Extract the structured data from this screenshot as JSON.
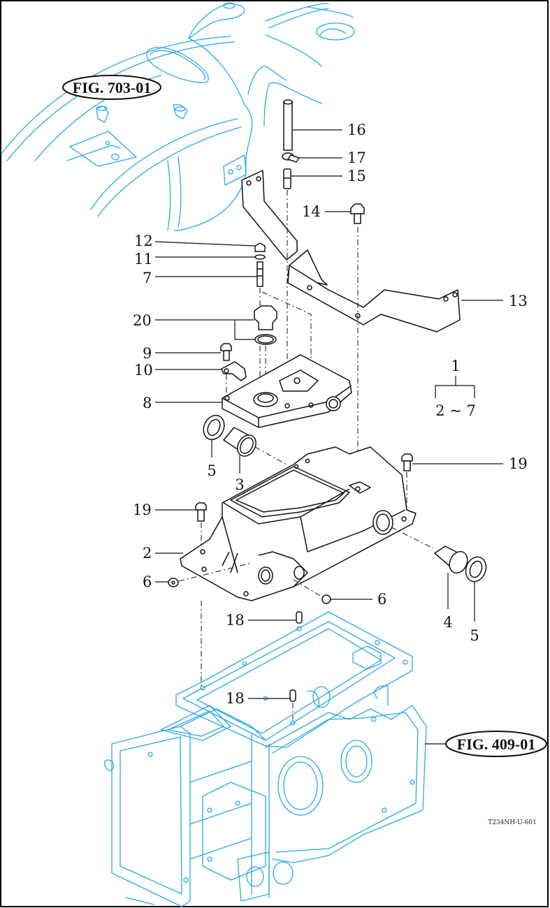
{
  "figure_refs": {
    "upper": "FIG. 703-01",
    "lower": "FIG. 409-01"
  },
  "drawing_code": "T234NH-U-601",
  "assembly_group": {
    "parent": "1",
    "range": "2 ~ 7"
  },
  "callouts": {
    "c16": "16",
    "c17": "17",
    "c15": "15",
    "c14": "14",
    "c12": "12",
    "c11": "11",
    "c7": "7",
    "c13": "13",
    "c20": "20",
    "c9": "9",
    "c10": "10",
    "c8": "8",
    "c5a": "5",
    "c3": "3",
    "c19a": "19",
    "c19b": "19",
    "c2": "2",
    "c6a": "6",
    "c6b": "6",
    "c4": "4",
    "c5b": "5",
    "c18a": "18",
    "c18b": "18"
  },
  "colors": {
    "reference_parts": "#29a8e8",
    "main_parts": "#111111",
    "frame": "#000000"
  }
}
